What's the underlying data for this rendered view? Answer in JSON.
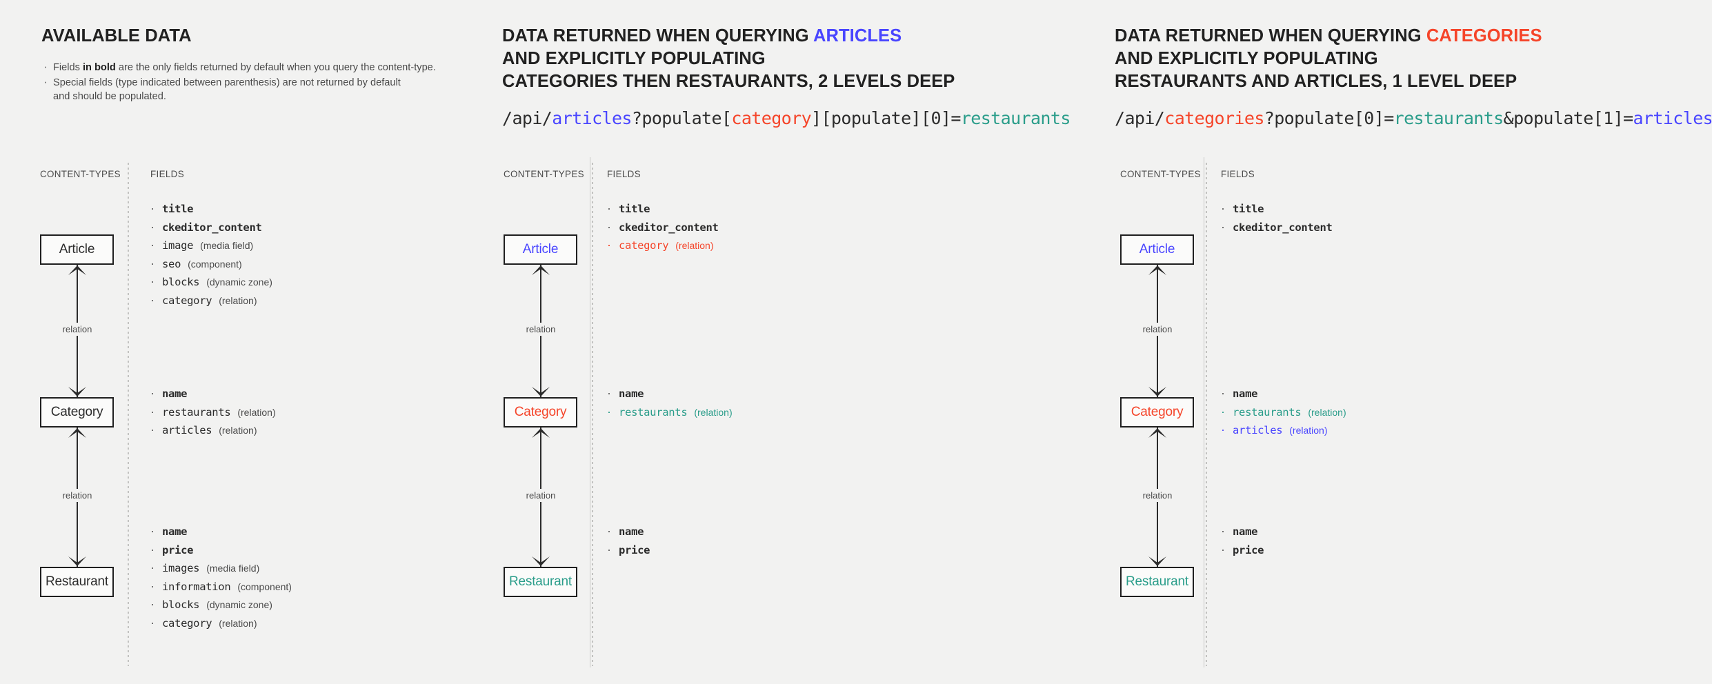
{
  "theme": {
    "background": "#f2f2f1",
    "accent_blue": "#4945ff",
    "accent_red": "#f5452a",
    "accent_teal": "#2a9d8a",
    "ink": "#2b2b2b"
  },
  "panels": [
    {
      "title_plain": "AVAILABLE DATA",
      "title_lines": [
        "AVAILABLE DATA"
      ],
      "bullets": [
        "Fields in bold are the only fields returned by default when you query the content-type.",
        "Special fields (type indicated between parenthesis) are not returned by default\nand should be populated."
      ],
      "bullet1_pre": "Fields ",
      "bullet1_bold": "in bold",
      "bullet1_post": " are the only fields returned by default when you query the content-type.",
      "col_headers": {
        "content_types": "CONTENT-TYPES",
        "fields": "FIELDS"
      },
      "nodes": [
        {
          "label": "Article",
          "color": "default"
        },
        {
          "label": "Category",
          "color": "default"
        },
        {
          "label": "Restaurant",
          "color": "default"
        }
      ],
      "edges": [
        {
          "label": "relation"
        },
        {
          "label": "relation"
        }
      ],
      "field_groups": [
        [
          {
            "name": "title",
            "type": "",
            "bold": true,
            "color": "default"
          },
          {
            "name": "ckeditor_content",
            "type": "",
            "bold": true,
            "color": "default"
          },
          {
            "name": "image",
            "type": "(media field)",
            "bold": false,
            "color": "default"
          },
          {
            "name": "seo",
            "type": "(component)",
            "bold": false,
            "color": "default"
          },
          {
            "name": "blocks",
            "type": "(dynamic zone)",
            "bold": false,
            "color": "default"
          },
          {
            "name": "category",
            "type": "(relation)",
            "bold": false,
            "color": "default"
          }
        ],
        [
          {
            "name": "name",
            "type": "",
            "bold": true,
            "color": "default"
          },
          {
            "name": "restaurants",
            "type": "(relation)",
            "bold": false,
            "color": "default"
          },
          {
            "name": "articles",
            "type": "(relation)",
            "bold": false,
            "color": "default"
          }
        ],
        [
          {
            "name": "name",
            "type": "",
            "bold": true,
            "color": "default"
          },
          {
            "name": "price",
            "type": "",
            "bold": true,
            "color": "default"
          },
          {
            "name": "images",
            "type": "(media field)",
            "bold": false,
            "color": "default"
          },
          {
            "name": "information",
            "type": "(component)",
            "bold": false,
            "color": "default"
          },
          {
            "name": "blocks",
            "type": "(dynamic zone)",
            "bold": false,
            "color": "default"
          },
          {
            "name": "category",
            "type": "(relation)",
            "bold": false,
            "color": "default"
          }
        ]
      ]
    },
    {
      "title_line1_pre": "DATA RETURNED WHEN QUERYING ",
      "title_line1_accent": "ARTICLES",
      "title_line1_accent_color": "blue",
      "title_line2": "AND EXPLICITLY POPULATING",
      "title_line3": "CATEGORIES THEN RESTAURANTS, 2 LEVELS DEEP",
      "url_segments": [
        {
          "text": "/api/",
          "color": "default"
        },
        {
          "text": "articles",
          "color": "blue"
        },
        {
          "text": "?populate[",
          "color": "default"
        },
        {
          "text": "category",
          "color": "red"
        },
        {
          "text": "][populate][0]=",
          "color": "default"
        },
        {
          "text": "restaurants",
          "color": "teal"
        }
      ],
      "col_headers": {
        "content_types": "CONTENT-TYPES",
        "fields": "FIELDS"
      },
      "nodes": [
        {
          "label": "Article",
          "color": "blue"
        },
        {
          "label": "Category",
          "color": "red"
        },
        {
          "label": "Restaurant",
          "color": "teal"
        }
      ],
      "edges": [
        {
          "label": "relation"
        },
        {
          "label": "relation"
        }
      ],
      "field_groups": [
        [
          {
            "name": "title",
            "type": "",
            "bold": true,
            "color": "default"
          },
          {
            "name": "ckeditor_content",
            "type": "",
            "bold": true,
            "color": "default"
          },
          {
            "name": "category",
            "type": "(relation)",
            "bold": false,
            "color": "red"
          }
        ],
        [
          {
            "name": "name",
            "type": "",
            "bold": true,
            "color": "default"
          },
          {
            "name": "restaurants",
            "type": "(relation)",
            "bold": false,
            "color": "teal"
          }
        ],
        [
          {
            "name": "name",
            "type": "",
            "bold": true,
            "color": "default"
          },
          {
            "name": "price",
            "type": "",
            "bold": true,
            "color": "default"
          }
        ]
      ]
    },
    {
      "title_line1_pre": "DATA RETURNED WHEN QUERYING ",
      "title_line1_accent": "CATEGORIES",
      "title_line1_accent_color": "red",
      "title_line2": "AND EXPLICITLY POPULATING",
      "title_line3": "RESTAURANTS AND ARTICLES, 1 LEVEL DEEP",
      "url_segments": [
        {
          "text": "/api/",
          "color": "default"
        },
        {
          "text": "categories",
          "color": "red"
        },
        {
          "text": "?populate[0]=",
          "color": "default"
        },
        {
          "text": "restaurants",
          "color": "teal"
        },
        {
          "text": "&populate[1]=",
          "color": "default"
        },
        {
          "text": "articles",
          "color": "blue"
        }
      ],
      "col_headers": {
        "content_types": "CONTENT-TYPES",
        "fields": "FIELDS"
      },
      "nodes": [
        {
          "label": "Article",
          "color": "blue"
        },
        {
          "label": "Category",
          "color": "red"
        },
        {
          "label": "Restaurant",
          "color": "teal"
        }
      ],
      "edges": [
        {
          "label": "relation"
        },
        {
          "label": "relation"
        }
      ],
      "field_groups": [
        [
          {
            "name": "title",
            "type": "",
            "bold": true,
            "color": "default"
          },
          {
            "name": "ckeditor_content",
            "type": "",
            "bold": true,
            "color": "default"
          }
        ],
        [
          {
            "name": "name",
            "type": "",
            "bold": true,
            "color": "default"
          },
          {
            "name": "restaurants",
            "type": "(relation)",
            "bold": false,
            "color": "teal"
          },
          {
            "name": "articles",
            "type": "(relation)",
            "bold": false,
            "color": "blue"
          }
        ],
        [
          {
            "name": "name",
            "type": "",
            "bold": true,
            "color": "default"
          },
          {
            "name": "price",
            "type": "",
            "bold": true,
            "color": "default"
          }
        ]
      ]
    }
  ]
}
